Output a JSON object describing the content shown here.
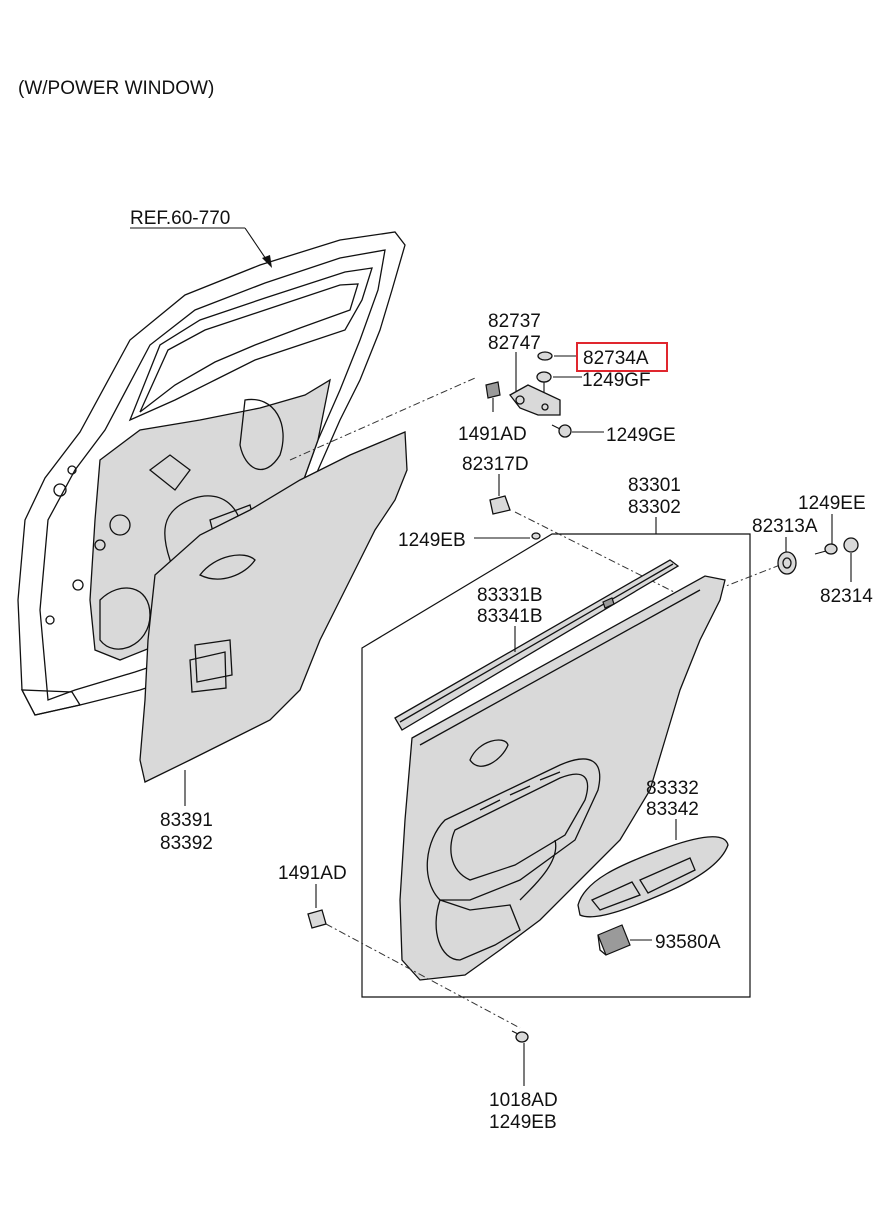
{
  "header": {
    "title": "(W/POWER WINDOW)"
  },
  "highlight_color": "#e0262e",
  "callouts": {
    "ref": "REF.60-770",
    "p82737": "82737",
    "p82747": "82747",
    "p82734A": "82734A",
    "p1249GF": "1249GF",
    "p1491AD_top": "1491AD",
    "p1249GE": "1249GE",
    "p82317D": "82317D",
    "p83301": "83301",
    "p83302": "83302",
    "p1249EE": "1249EE",
    "p82313A": "82313A",
    "p1249EB_mid": "1249EB",
    "p82314": "82314",
    "p83331B": "83331B",
    "p83341B": "83341B",
    "p83332": "83332",
    "p83342": "83342",
    "p83391": "83391",
    "p83392": "83392",
    "p1491AD_bottom": "1491AD",
    "p93580A": "93580A",
    "p1018AD": "1018AD",
    "p1249EB_bottom": "1249EB"
  },
  "highlighted_part": "82734A"
}
